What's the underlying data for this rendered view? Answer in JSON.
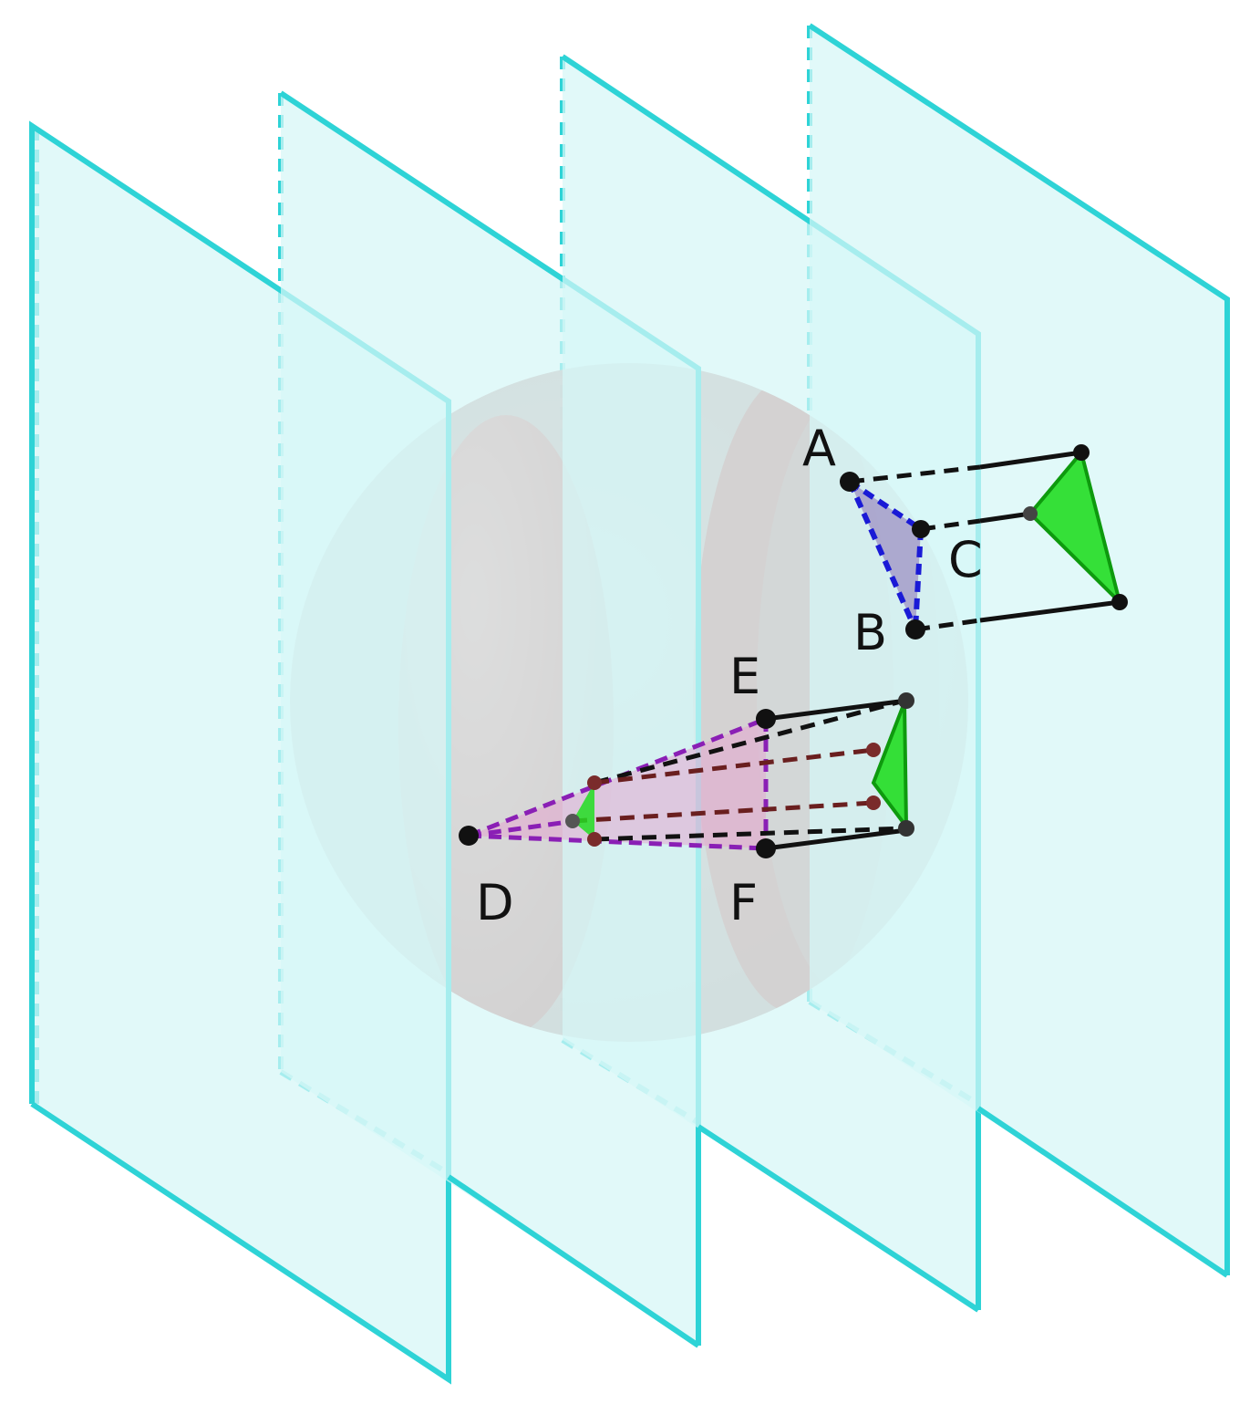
{
  "labels": {
    "A": "A",
    "B": "B",
    "C": "C",
    "D": "D",
    "E": "E",
    "F": "F"
  },
  "colors": {
    "plane_edge": "#2ed3d6",
    "plane_fill": "#d6f7f7",
    "sphere": "#c99898",
    "sphere_band": "#d96060",
    "triangle_green": "#22dd22",
    "triangle_blue": "#8a6fb5",
    "triangle_purple": "#c46fb5"
  }
}
